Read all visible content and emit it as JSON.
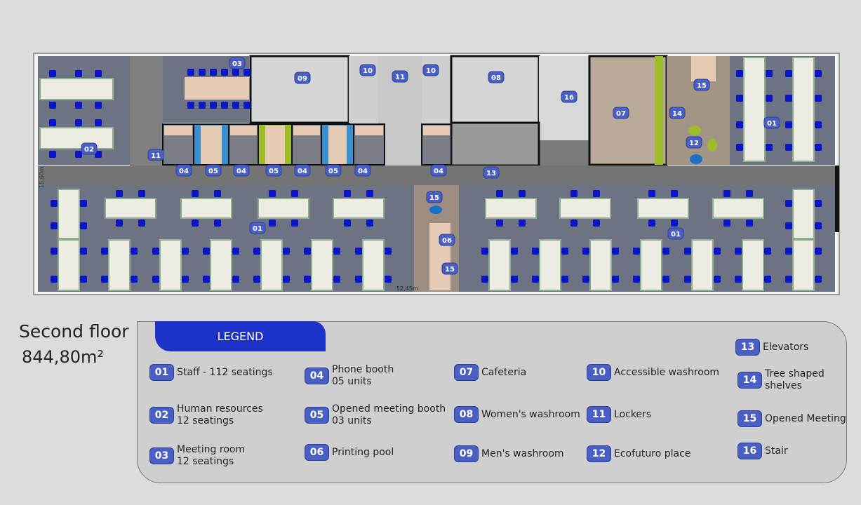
{
  "floor": {
    "title": "Second floor",
    "area": "844,80m²"
  },
  "plan": {
    "dimension_height": "15,60m",
    "dimension_width": "52,45m",
    "markers": [
      "03",
      "09",
      "10",
      "11",
      "10",
      "08",
      "16",
      "07",
      "14",
      "15",
      "12",
      "01",
      "02",
      "11",
      "04",
      "05",
      "04",
      "05",
      "04",
      "05",
      "04",
      "04",
      "13",
      "15",
      "06",
      "15",
      "01",
      "01"
    ]
  },
  "legend": {
    "title": "LEGEND",
    "items": [
      {
        "num": "01",
        "line1": "Staff - 112 seatings",
        "line2": ""
      },
      {
        "num": "02",
        "line1": "Human resources",
        "line2": "12 seatings"
      },
      {
        "num": "03",
        "line1": "Meeting room",
        "line2": "12 seatings"
      },
      {
        "num": "04",
        "line1": "Phone booth",
        "line2": "05 units"
      },
      {
        "num": "05",
        "line1": "Opened meeting booth",
        "line2": "03 units"
      },
      {
        "num": "06",
        "line1": "Printing pool",
        "line2": ""
      },
      {
        "num": "07",
        "line1": "Cafeteria",
        "line2": ""
      },
      {
        "num": "08",
        "line1": "Women's washroom",
        "line2": ""
      },
      {
        "num": "09",
        "line1": "Men's washroom",
        "line2": ""
      },
      {
        "num": "10",
        "line1": "Accessible washroom",
        "line2": ""
      },
      {
        "num": "11",
        "line1": "Lockers",
        "line2": ""
      },
      {
        "num": "12",
        "line1": "Ecofuturo place",
        "line2": ""
      },
      {
        "num": "13",
        "line1": "Elevators",
        "line2": ""
      },
      {
        "num": "14",
        "line1": "Tree shaped",
        "line2": "shelves"
      },
      {
        "num": "15",
        "line1": "Opened Meeting",
        "line2": ""
      },
      {
        "num": "16",
        "line1": "Stair",
        "line2": ""
      }
    ]
  },
  "colors": {
    "accent": "#1c32c9",
    "marker": "#4a5fc4",
    "carpet": "#6e7384",
    "chair": "#0a14c8",
    "desk": "#ecece2",
    "green": "#9dbb2a"
  }
}
